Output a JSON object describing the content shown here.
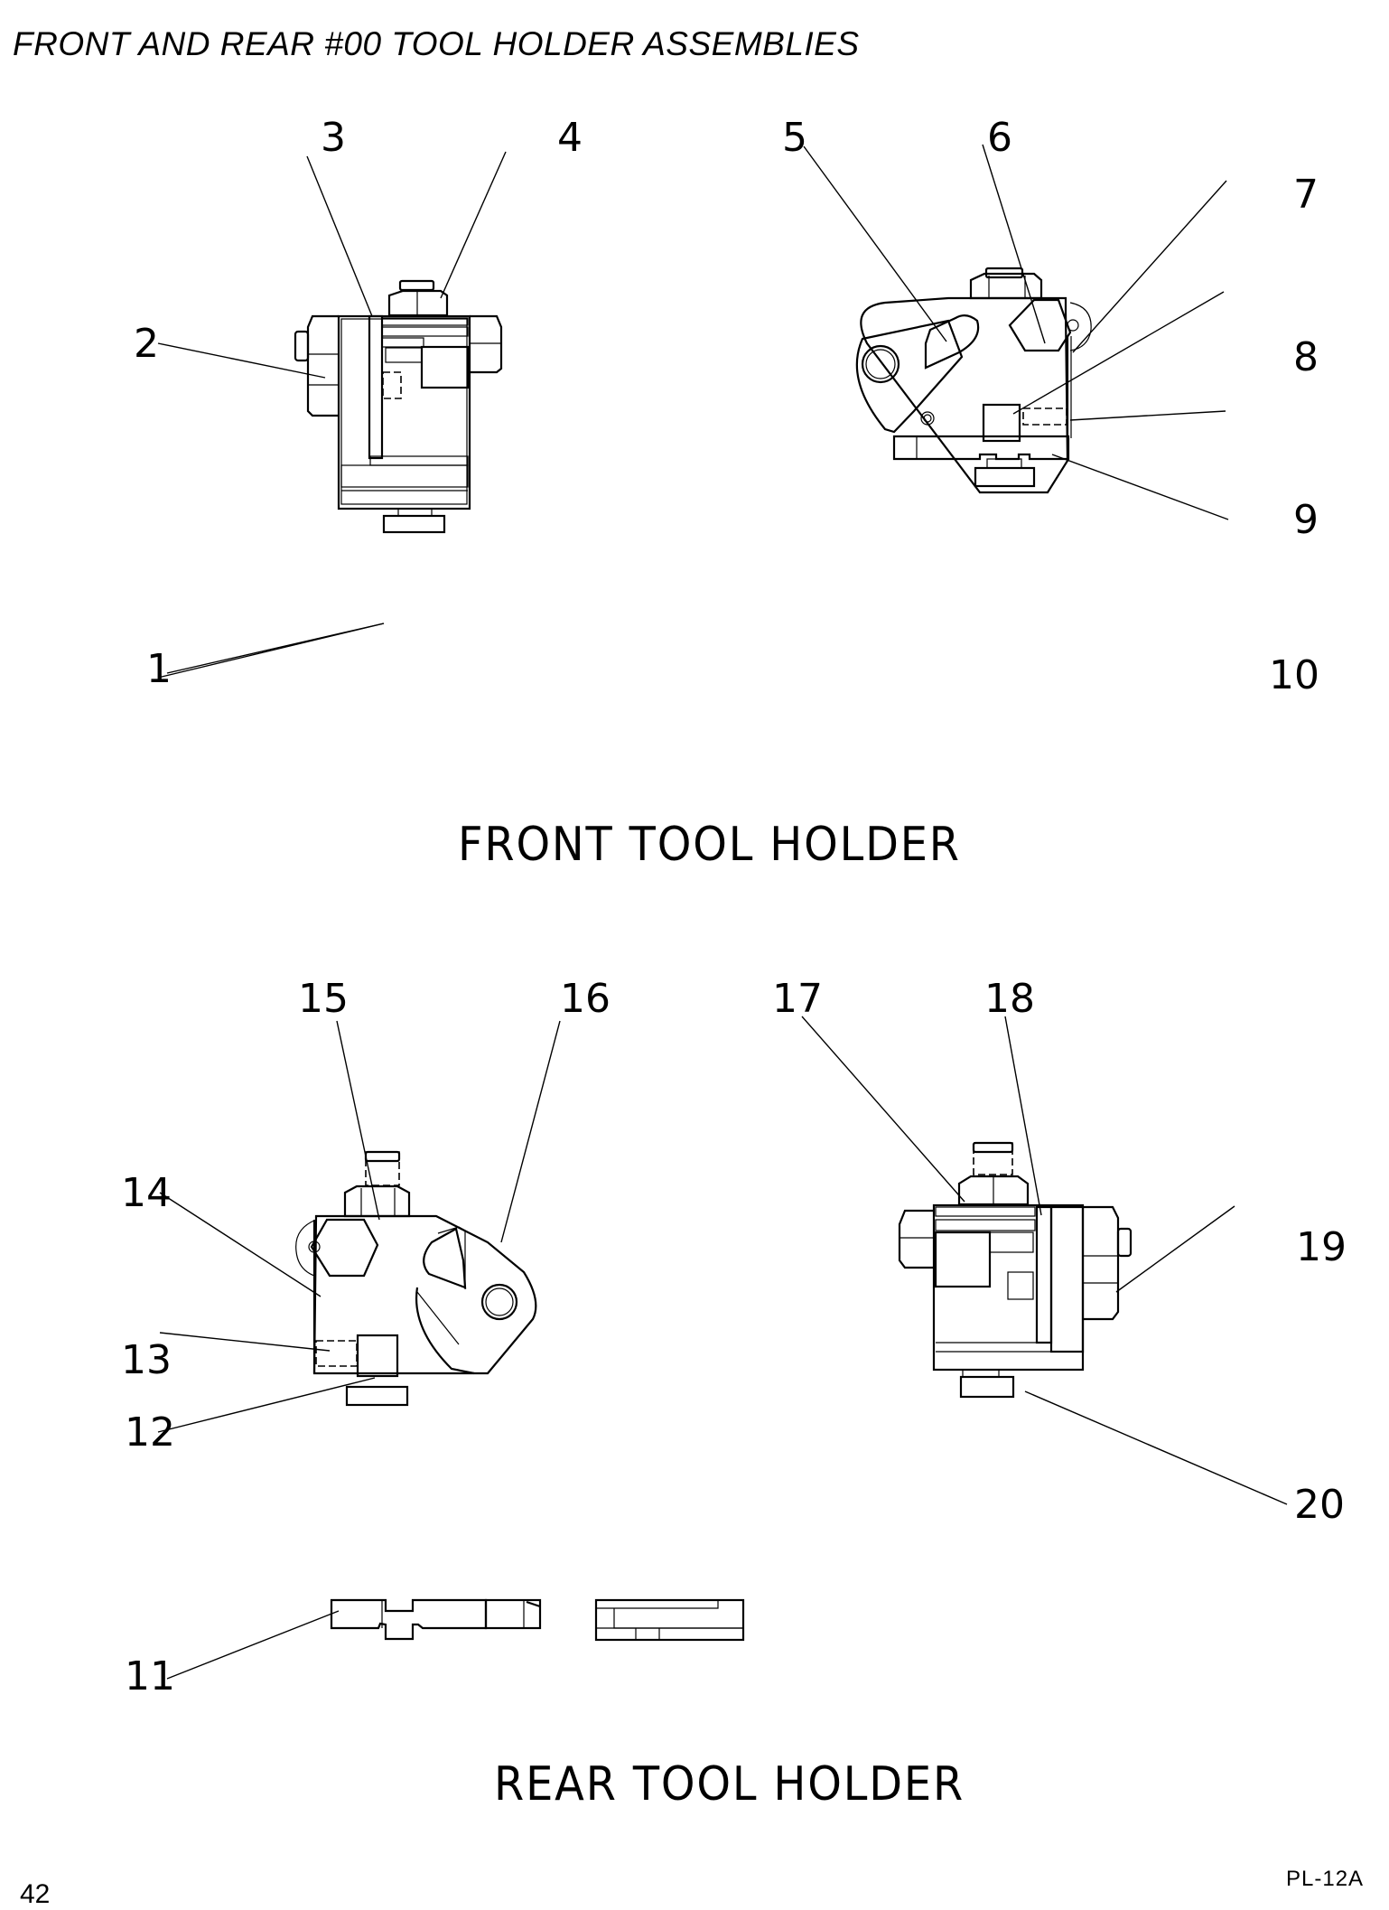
{
  "page": {
    "title": "FRONT AND REAR #00 TOOL HOLDER ASSEMBLIES",
    "page_number": "42",
    "plate_reference": "PL-12A"
  },
  "sections": {
    "front": {
      "title": "FRONT TOOL HOLDER"
    },
    "rear": {
      "title": "REAR TOOL HOLDER"
    }
  },
  "callouts": {
    "c1": "1",
    "c2": "2",
    "c3": "3",
    "c4": "4",
    "c5": "5",
    "c6": "6",
    "c7": "7",
    "c8": "8",
    "c9": "9",
    "c10": "10",
    "c11": "11",
    "c12": "12",
    "c13": "13",
    "c14": "14",
    "c15": "15",
    "c16": "16",
    "c17": "17",
    "c18": "18",
    "c19": "19",
    "c20": "20"
  }
}
